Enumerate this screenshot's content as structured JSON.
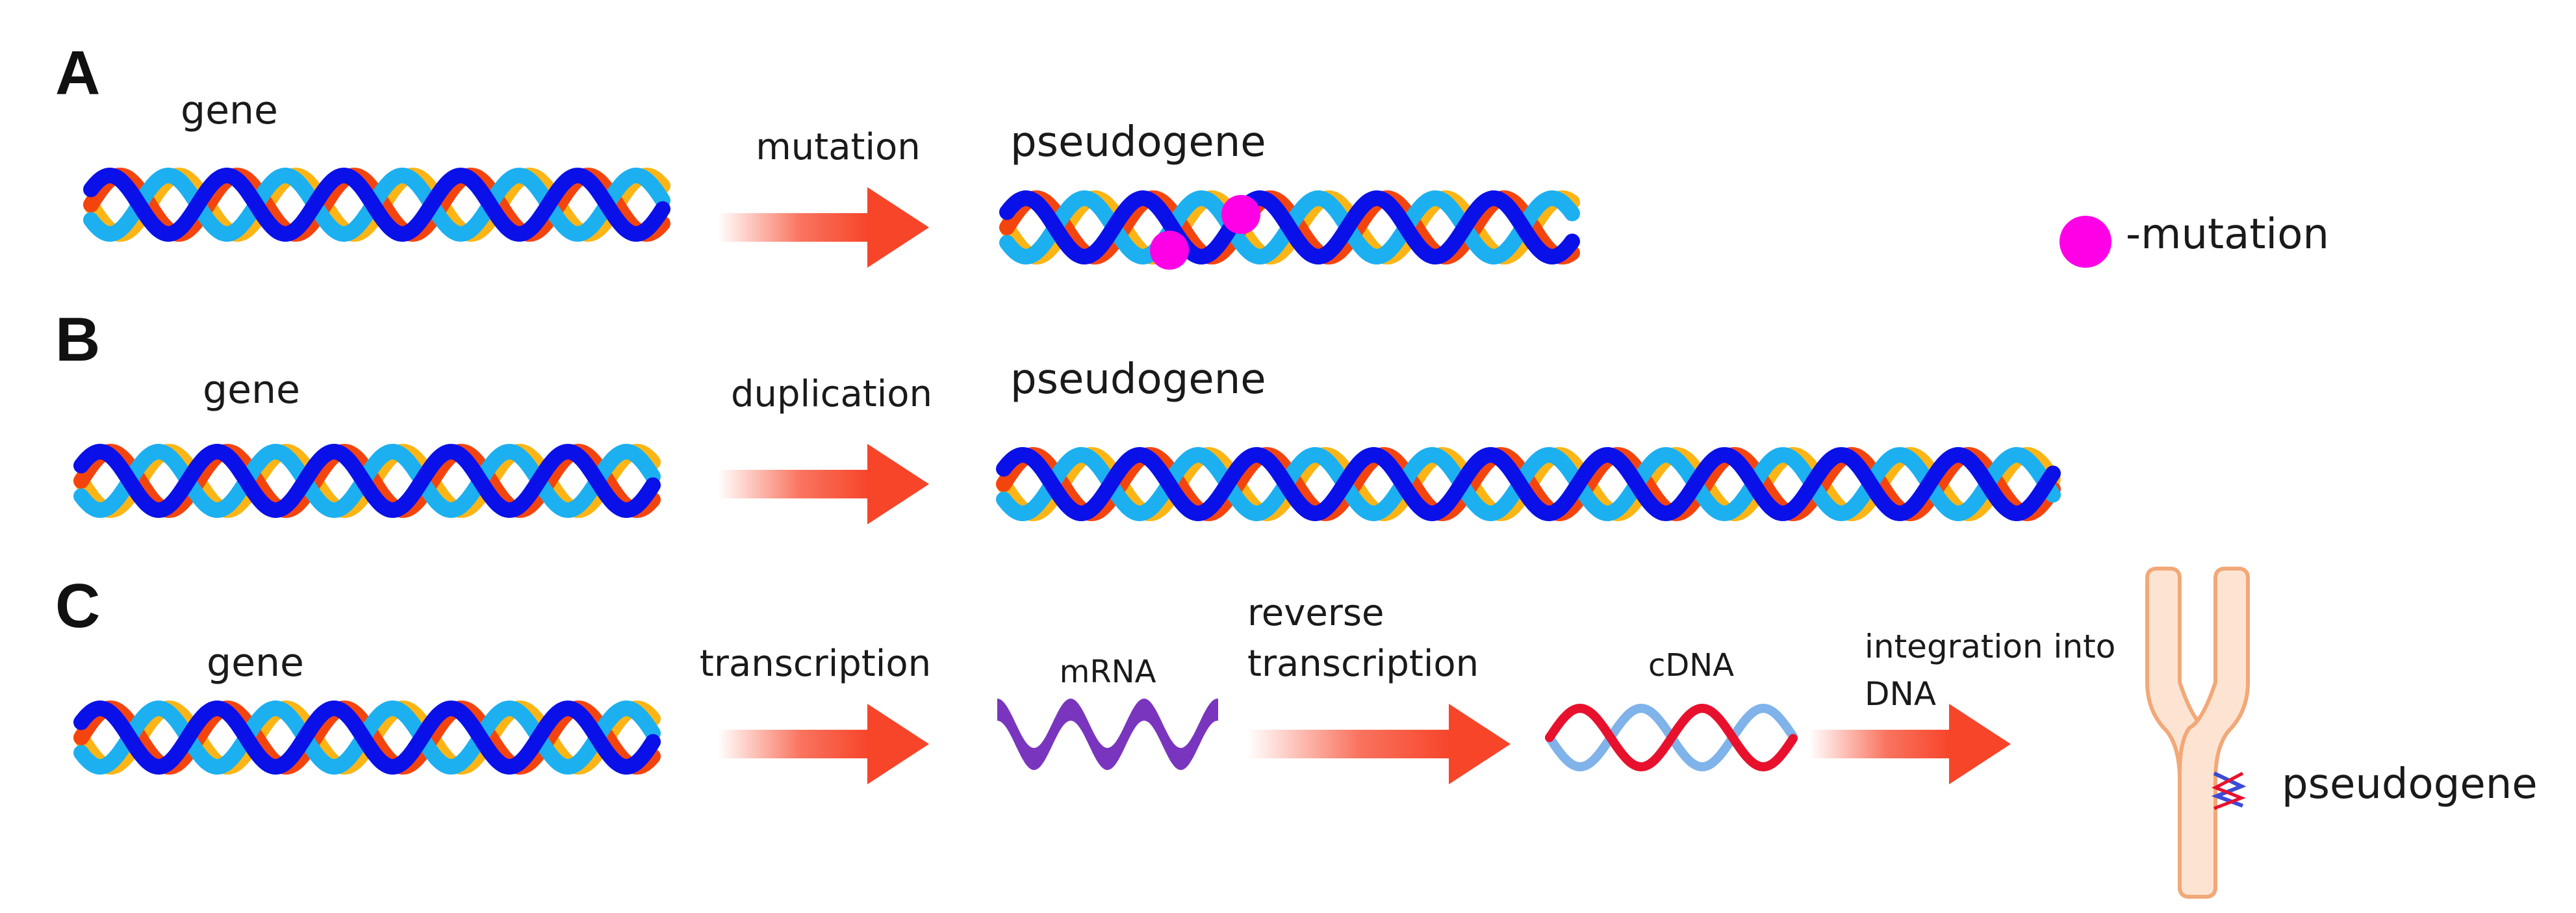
{
  "colors": {
    "strand_orange": "#FDB515",
    "strand_sky": "#1CB0F0",
    "strand_red": "#F4440E",
    "strand_navy": "#0A10E8",
    "arrow": "#F7452A",
    "mutation": "#FF00E6",
    "mrna": "#7A35BE",
    "cdna_light": "#7FB3EA",
    "cdna_red": "#E8112D",
    "chromosome_fill": "#FDE4D2",
    "chromosome_stroke": "#F2A878"
  },
  "panels": {
    "a": {
      "letter": "A",
      "gene_label": "gene",
      "arrow_label": "mutation",
      "result_label": "pseudogene",
      "legend_label": "-mutation"
    },
    "b": {
      "letter": "B",
      "gene_label": "gene",
      "arrow_label": "duplication",
      "result_label": "pseudogene"
    },
    "c": {
      "letter": "C",
      "gene_label": "gene",
      "arrow1_label": "transcription",
      "mrna_label": "mRNA",
      "arrow2_label_line1": "reverse",
      "arrow2_label_line2": "transcription",
      "cdna_label": "cDNA",
      "arrow3_label_line1": "integration into",
      "arrow3_label_line2": "DNA",
      "result_label": "pseudogene"
    }
  }
}
